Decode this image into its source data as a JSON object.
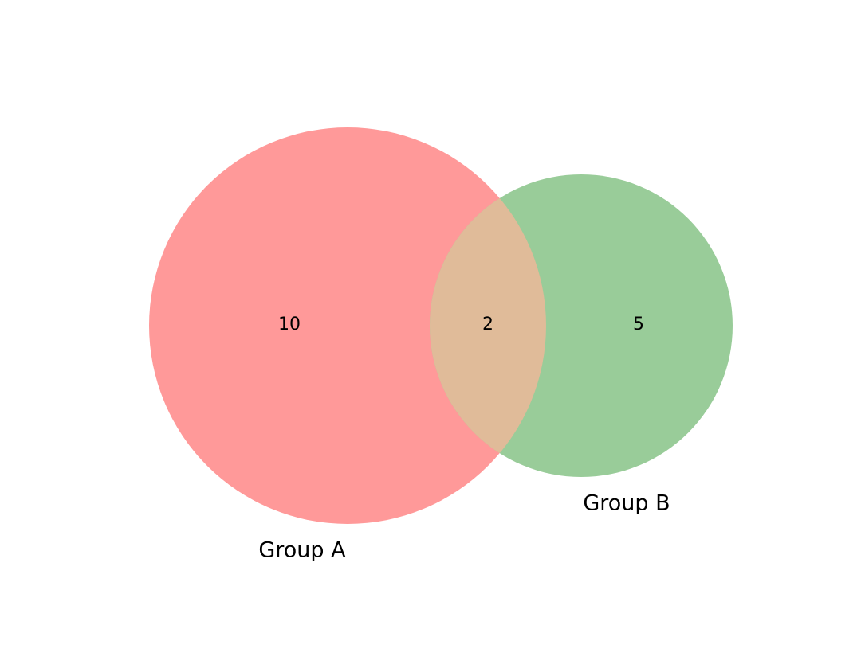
{
  "chart_data": {
    "type": "venn",
    "sets": [
      {
        "name": "Group A",
        "only_count": "10",
        "color": "#ff9999"
      },
      {
        "name": "Group B",
        "only_count": "5",
        "color": "#99cc99"
      }
    ],
    "intersection": {
      "count": "2",
      "color": "#e0bb99"
    }
  }
}
